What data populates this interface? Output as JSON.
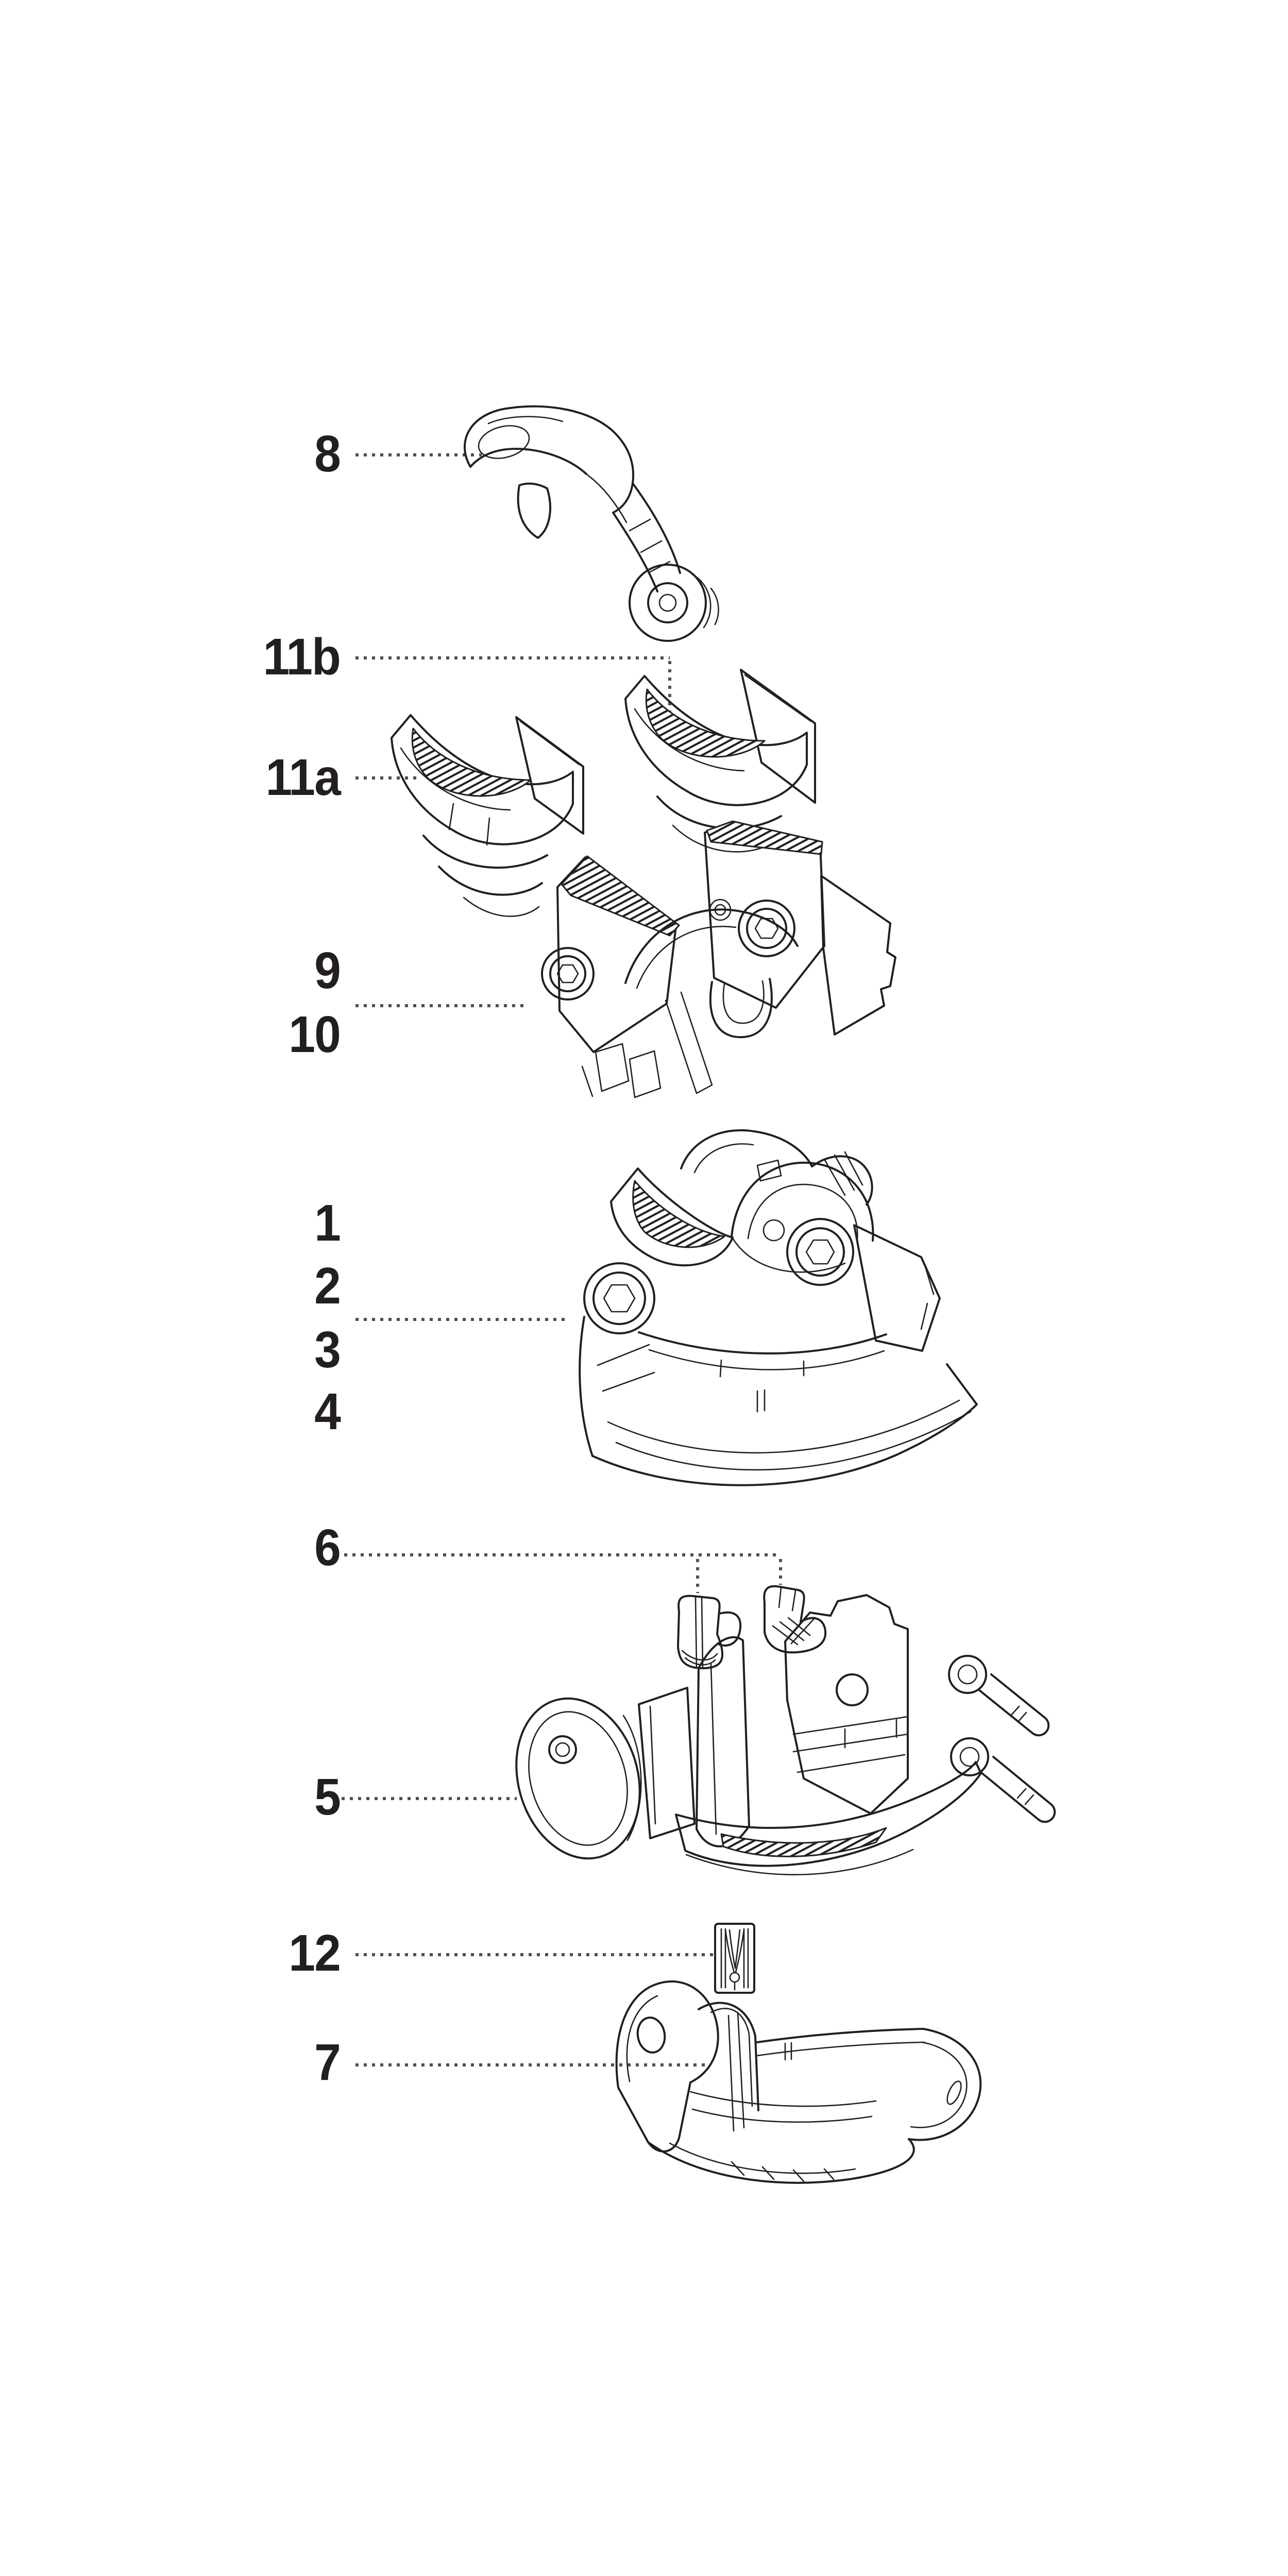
{
  "colors": {
    "background": "#ffffff",
    "ink": "#231f20",
    "leader_dots": "#4f4f4f"
  },
  "diagram": {
    "kind": "exploded-parts-diagram",
    "description": "Numbered exploded view of a chain-guide assembly drawn as black line art on white",
    "callouts": [
      {
        "label": "8",
        "part_icon": "swing-arm-with-roller-drawing"
      },
      {
        "label": "11b",
        "part_icon": "cradle-insert-right-drawing"
      },
      {
        "label": "11a",
        "part_icon": "cradle-insert-left-drawing"
      },
      {
        "label": "9",
        "part_icon": "upper-guide-assembly-drawing"
      },
      {
        "label": "10",
        "part_icon": "upper-guide-assembly-drawing"
      },
      {
        "label": "1",
        "part_icon": "main-guide-assembly-drawing"
      },
      {
        "label": "2",
        "part_icon": "main-guide-assembly-drawing"
      },
      {
        "label": "3",
        "part_icon": "main-guide-assembly-drawing"
      },
      {
        "label": "4",
        "part_icon": "main-guide-assembly-drawing"
      },
      {
        "label": "6",
        "part_icon": "clamp-shim-pair-drawing"
      },
      {
        "label": "5",
        "part_icon": "lower-guide-body-with-bolts-drawing"
      },
      {
        "label": "12",
        "part_icon": "retention-clip-drawing"
      },
      {
        "label": "7",
        "part_icon": "skid-plate-drawing"
      }
    ]
  }
}
